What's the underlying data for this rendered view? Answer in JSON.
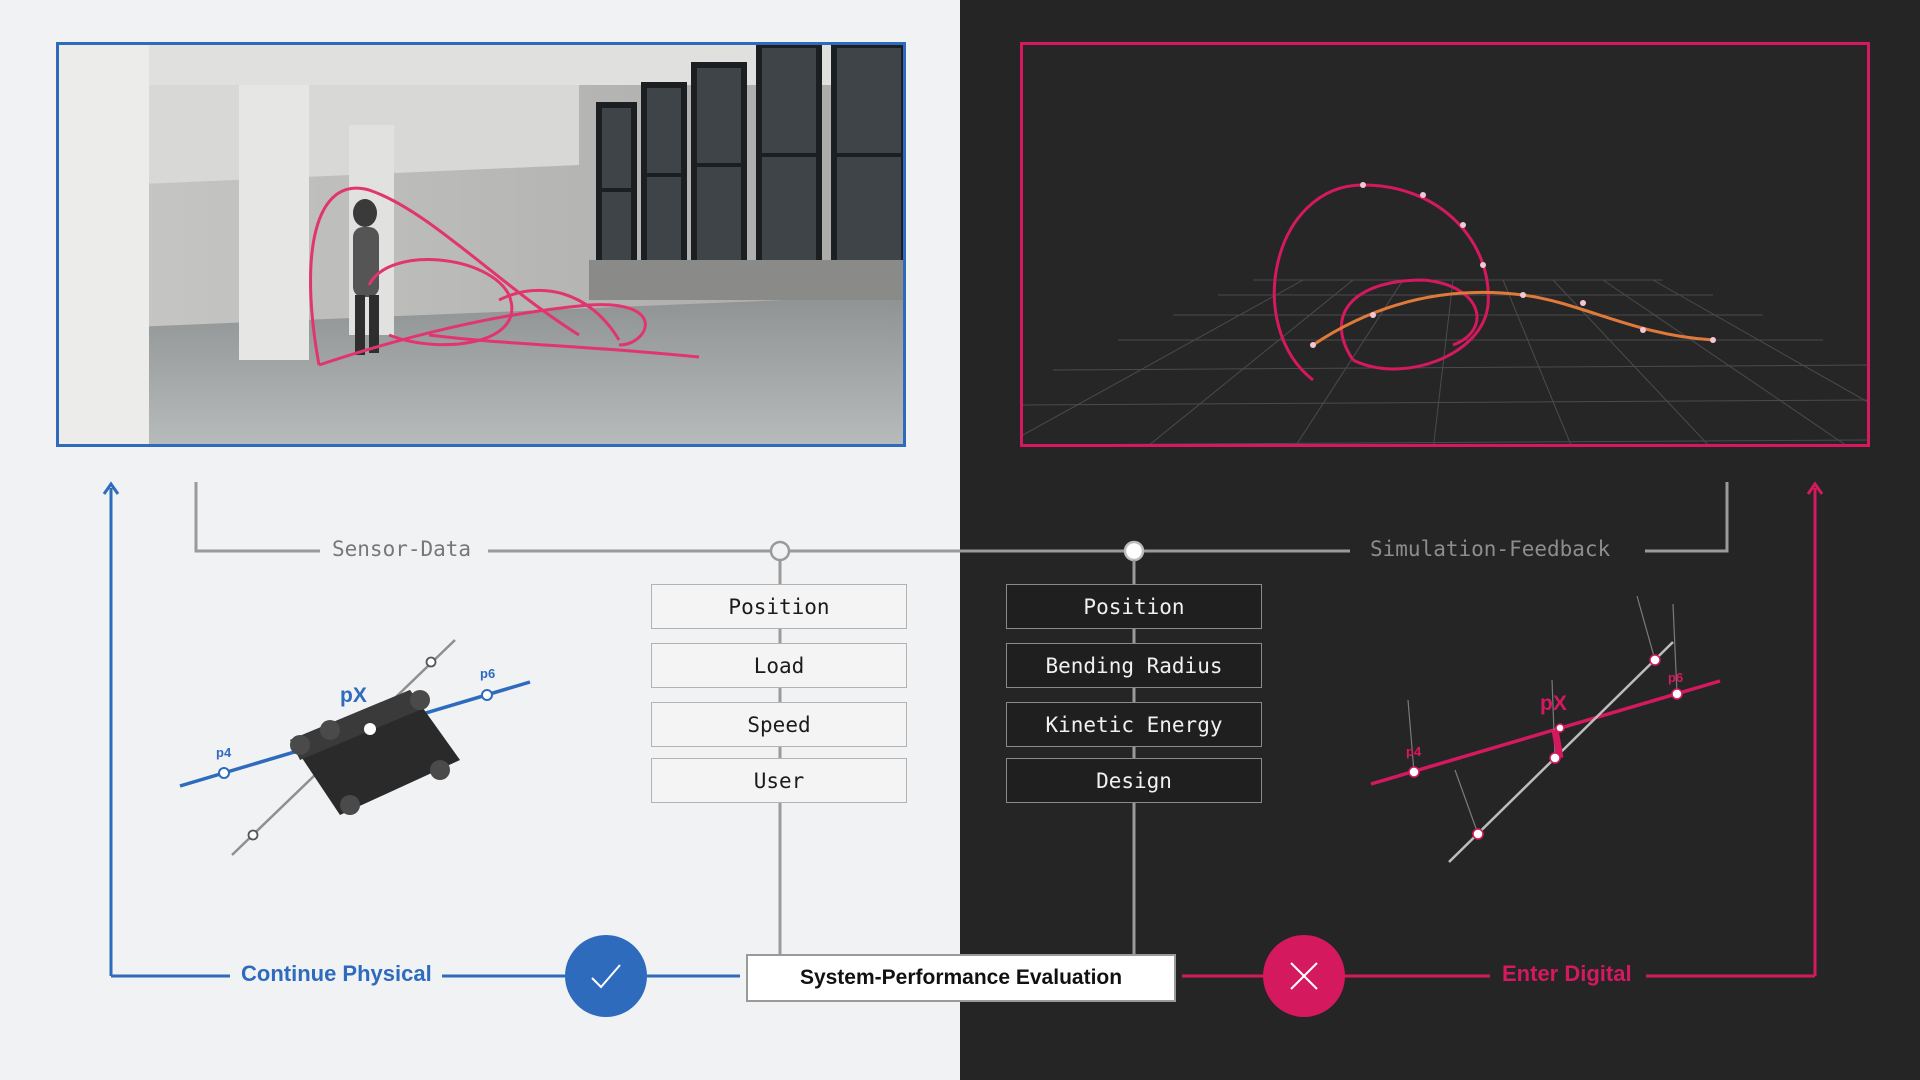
{
  "labels": {
    "sensor": "Sensor-Data",
    "simulation": "Simulation-Feedback"
  },
  "sensor_boxes": [
    "Position",
    "Load",
    "Speed",
    "User"
  ],
  "simulation_boxes": [
    "Position",
    "Bending Radius",
    "Kinetic Energy",
    "Design"
  ],
  "evaluation": "System-Performance Evaluation",
  "actions": {
    "physical": "Continue Physical",
    "digital": "Enter Digital"
  },
  "points": {
    "left": {
      "p4": "p4",
      "p6": "p6",
      "px": "pX"
    },
    "right": {
      "p4": "p4",
      "p6": "p6",
      "px": "pX"
    }
  },
  "colors": {
    "blue": "#2f6bbd",
    "pink": "#d4195e",
    "dark": "#252526",
    "light": "#f1f2f4"
  },
  "icons": {
    "approve": "check-icon",
    "reject": "close-icon"
  }
}
